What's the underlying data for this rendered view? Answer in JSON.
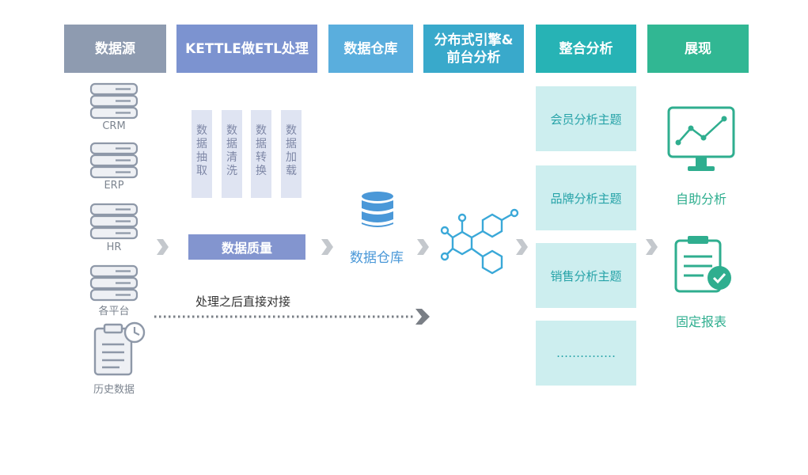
{
  "headers": {
    "sources": "数据源",
    "etl": "KETTLE做ETL处理",
    "warehouse": "数据仓库",
    "engine_line1": "分布式引擎&",
    "engine_line2": "前台分析",
    "integration": "整合分析",
    "display": "展现"
  },
  "colors": {
    "sources": "#8e9bb0",
    "etl": "#7c93d0",
    "warehouse": "#5aaedd",
    "engine": "#39a9cb",
    "integration": "#27b3b5",
    "display": "#31b793"
  },
  "sources": [
    "CRM",
    "ERP",
    "HR",
    "各平台",
    "历史数据"
  ],
  "etl_steps": [
    [
      "数",
      "据",
      "抽",
      "取"
    ],
    [
      "数",
      "据",
      "清",
      "洗"
    ],
    [
      "数",
      "据",
      "转",
      "换"
    ],
    [
      "数",
      "据",
      "加",
      "载"
    ]
  ],
  "data_quality": "数据质量",
  "warehouse_label": "数据仓库",
  "direct_label": "处理之后直接对接",
  "topics": [
    "会员分析主题",
    "品牌分析主题",
    "销售分析主题",
    "……………"
  ],
  "display": {
    "self_service": "自助分析",
    "fixed_report": "固定报表"
  }
}
